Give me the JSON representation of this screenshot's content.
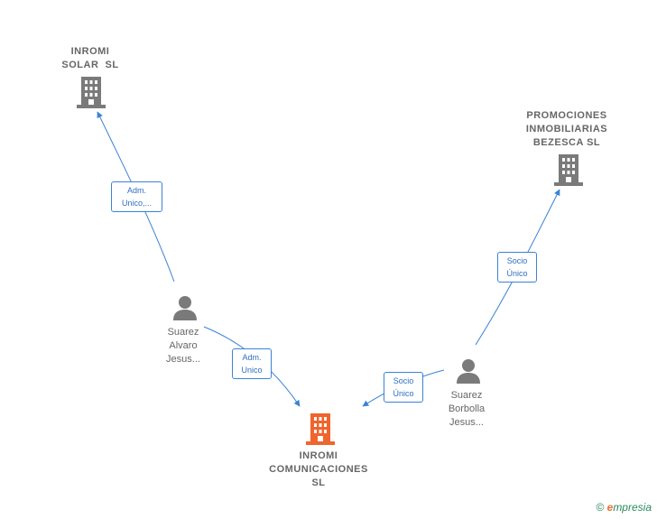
{
  "nodes": {
    "inromi_solar": {
      "lines": [
        "INROMI",
        "SOLAR  SL"
      ]
    },
    "promociones": {
      "lines": [
        "PROMOCIONES",
        "INMOBILIARIAS",
        "BEZESCA SL"
      ]
    },
    "main_company": {
      "lines": [
        "INROMI",
        "COMUNICACIONES",
        "SL"
      ]
    },
    "person_alvaro": {
      "lines": [
        "Suarez",
        "Alvaro",
        "Jesus..."
      ]
    },
    "person_borbolla": {
      "lines": [
        "Suarez",
        "Borbolla",
        "Jesus..."
      ]
    }
  },
  "edges": {
    "alvaro_to_solar": {
      "lines": [
        "Adm.",
        "Unico,..."
      ]
    },
    "alvaro_to_main": {
      "lines": [
        "Adm.",
        "Unico"
      ]
    },
    "borbolla_to_promociones": {
      "lines": [
        "Socio",
        "Único"
      ]
    },
    "borbolla_to_main": {
      "lines": [
        "Socio",
        "Único"
      ]
    }
  },
  "colors": {
    "edge": "#3b82d6",
    "company": "#7a7a7a",
    "main_company": "#f0642d",
    "person": "#7a7a7a"
  },
  "footer": {
    "copyright": "©",
    "brand_first": "e",
    "brand_rest": "mpresia"
  }
}
